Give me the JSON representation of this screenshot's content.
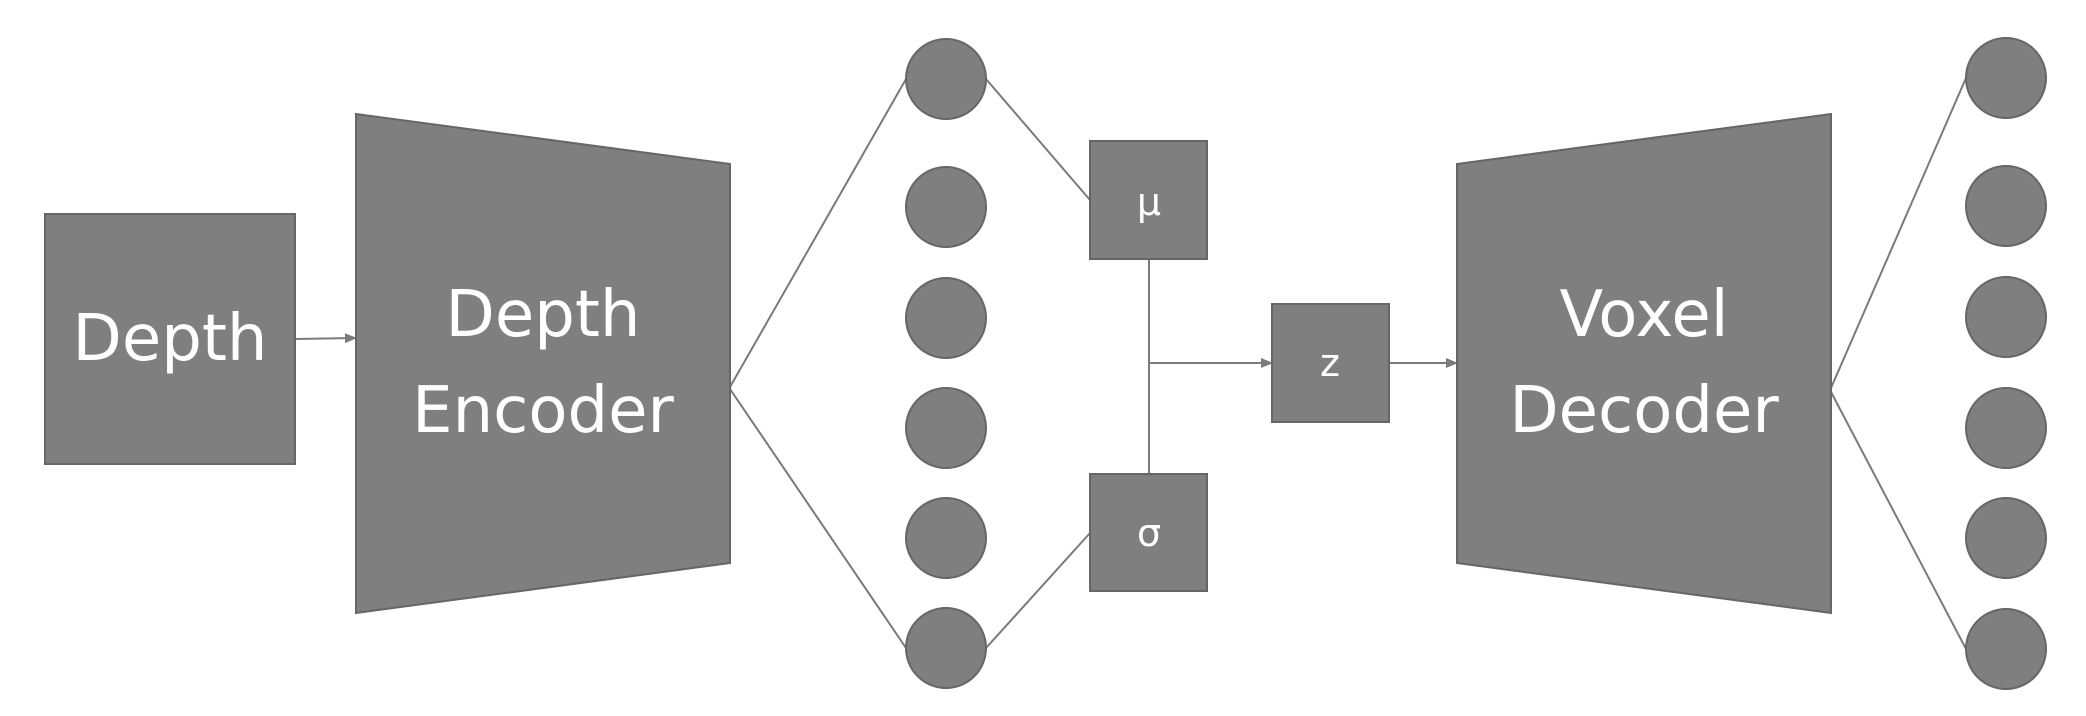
{
  "colors": {
    "fill": "#7f7f7f",
    "stroke": "#666666",
    "text": "#ffffff",
    "connector": "#7a7a7a"
  },
  "depth_input": {
    "label": "Depth"
  },
  "depth_encoder": {
    "line1": "Depth",
    "line2": "Encoder"
  },
  "mu": {
    "label": "μ"
  },
  "sigma": {
    "label": "σ"
  },
  "z": {
    "label": "z"
  },
  "voxel_decoder": {
    "line1": "Voxel",
    "line2": "Decoder"
  },
  "latent_nodes": {
    "count": 6
  },
  "output_nodes": {
    "count": 6
  }
}
